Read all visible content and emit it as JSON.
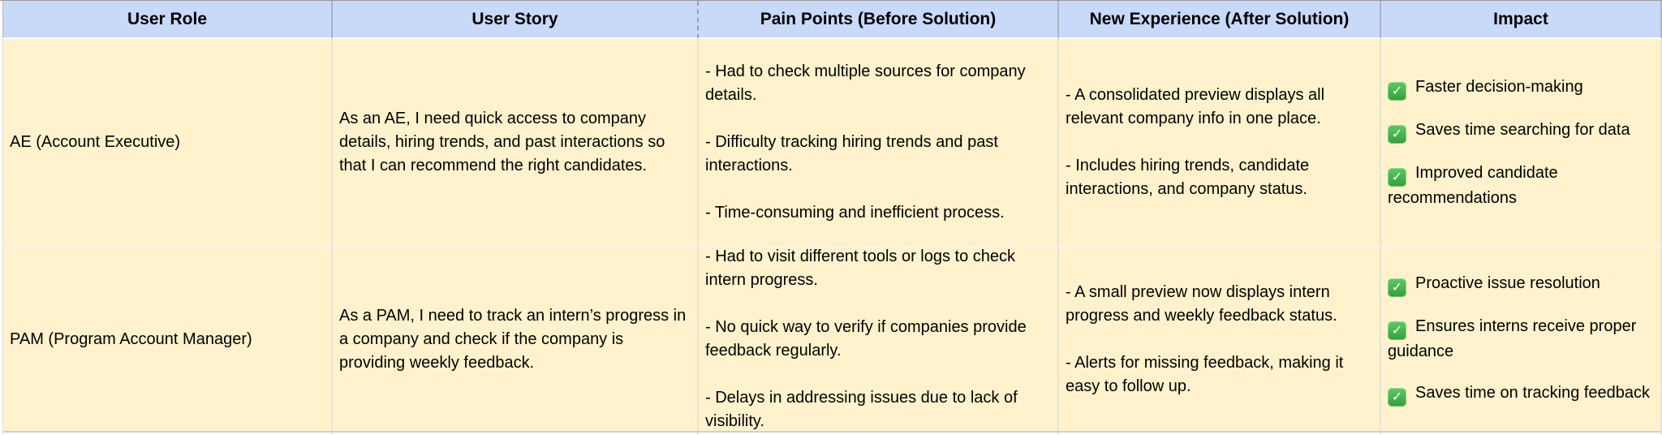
{
  "colors": {
    "header_bg": "#c9daf8",
    "cell_bg": "#fff2cc",
    "check_green": "#2fa136",
    "text": "#000000"
  },
  "icons": {
    "check_glyph": "✓",
    "check_meaning": "white check mark emoji (done/benefit)"
  },
  "table": {
    "headers": [
      "User Role",
      "User Story",
      "Pain Points (Before Solution)",
      "New Experience (After Solution)",
      "Impact"
    ],
    "rows": [
      {
        "role": "AE (Account Executive)",
        "story": "As an AE, I need quick access to company details, hiring trends, and past interactions so that I can recommend the right candidates.",
        "pain_points": "- Had to check multiple sources for company details.\n\n- Difficulty tracking hiring trends and past interactions.\n\n- Time-consuming and inefficient process.",
        "new_experience": "- A consolidated preview displays all relevant company info in one place.\n\n- Includes hiring trends, candidate interactions, and company status.",
        "impact": [
          "Faster decision-making",
          "Saves time searching for data",
          "Improved candidate recommendations"
        ]
      },
      {
        "role": "PAM (Program Account Manager)",
        "story": "As a PAM, I need to track an intern’s progress in a company and check if the company is providing weekly feedback.",
        "pain_points": "- Had to visit different tools or logs to check intern progress.\n\n- No quick way to verify if companies provide feedback regularly.\n\n- Delays in addressing issues due to lack of visibility.",
        "new_experience": "- A small preview now displays intern progress and weekly feedback status.\n\n- Alerts for missing feedback, making it easy to follow up.",
        "impact": [
          "Proactive issue resolution",
          "Ensures interns receive proper guidance",
          "Saves time on tracking feedback"
        ]
      }
    ]
  }
}
